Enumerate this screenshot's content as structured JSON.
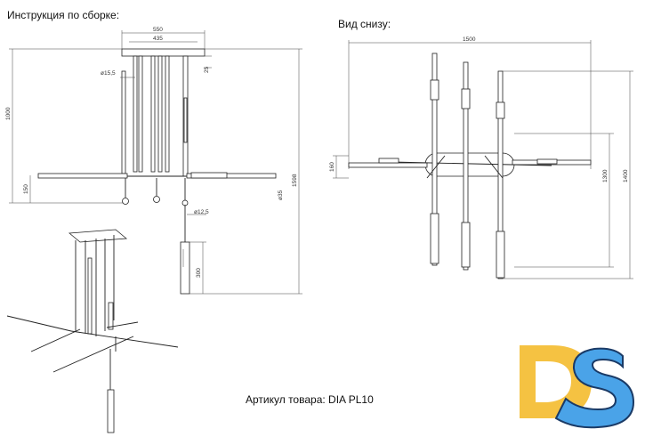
{
  "header": {
    "assembly_title": "Инструкция по сборке:",
    "bottom_view_title": "Вид снизу:"
  },
  "assembly_dims": {
    "w550": "550",
    "w435": "435",
    "d15_5": "ø15,5",
    "h25": "25",
    "h1000": "1000",
    "h150": "150",
    "h1598": "1598",
    "d35": "ø35",
    "d12_5": "ø12,5",
    "h300": "300"
  },
  "bottom_dims": {
    "w1500": "1500",
    "h160": "160",
    "h1300": "1300",
    "h1400": "1400"
  },
  "footer": {
    "article": "Артикул товара: DIA PL10"
  },
  "logo": {
    "letters": "DS",
    "color_d": "#f5c242",
    "color_s": "#4aa3e8"
  }
}
